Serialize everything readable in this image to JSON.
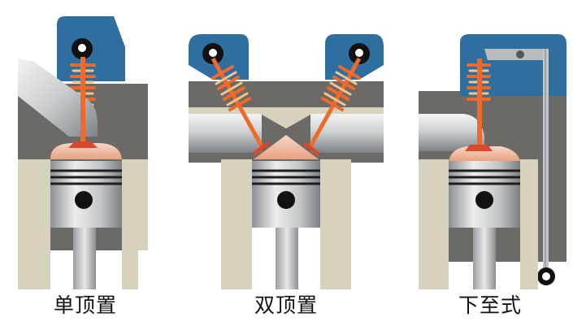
{
  "panels": [
    {
      "id": "single-overhead",
      "caption": "单顶置"
    },
    {
      "id": "double-overhead",
      "caption": "双顶置"
    },
    {
      "id": "side-valve",
      "caption": "下至式"
    }
  ],
  "colors": {
    "head_blue": "#2f6f9f",
    "head_blue_dark": "#1d4f76",
    "block_gray": "#6b6a66",
    "block_dark": "#4a4946",
    "liner_beige": "#d6d2bd",
    "valve_orange": "#ef6a2a",
    "spring_light": "#f7c38a",
    "piston_silver": "#c9cbcd",
    "chamber_red": "#d8482a"
  }
}
